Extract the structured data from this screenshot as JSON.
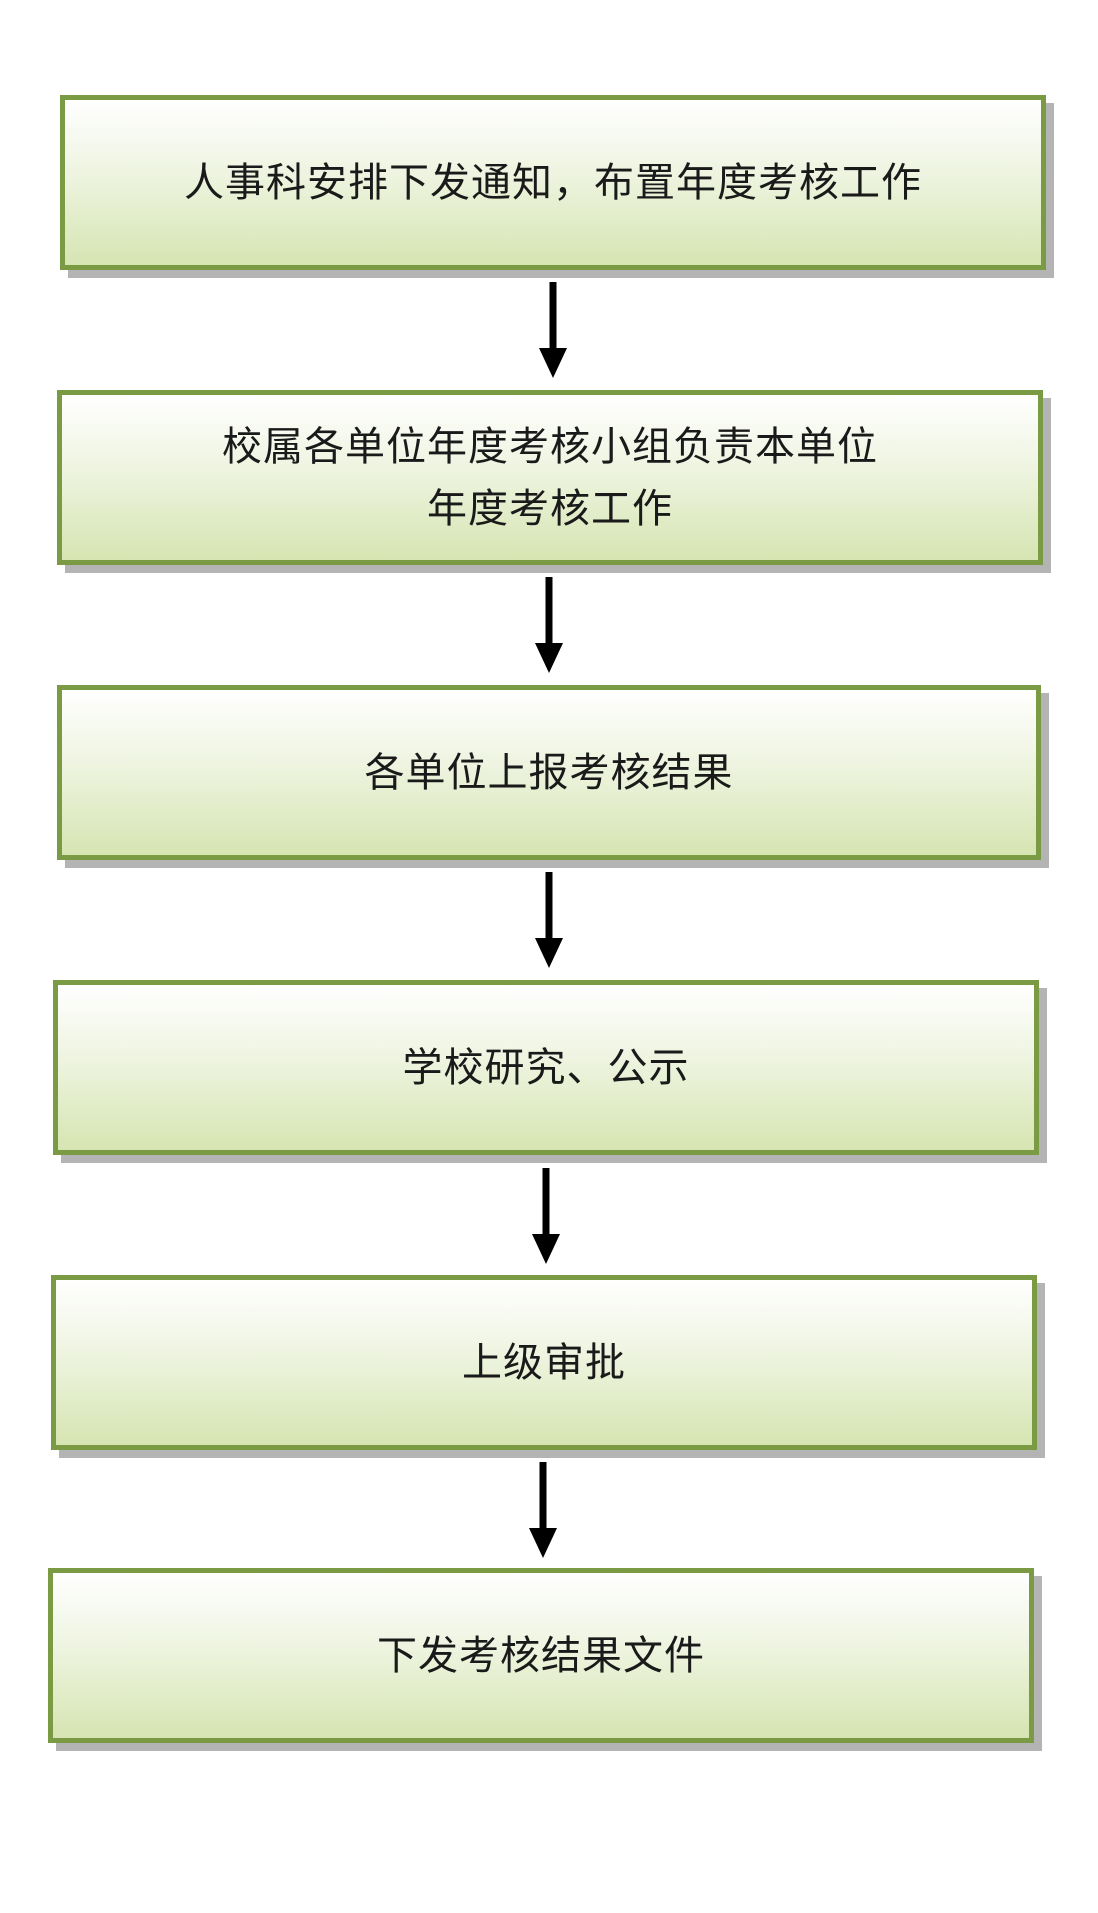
{
  "flowchart": {
    "steps": [
      {
        "lines": [
          "人事科安排下发通知，布置年度考核工作"
        ]
      },
      {
        "lines": [
          "校属各单位年度考核小组负责本单位",
          "年度考核工作"
        ]
      },
      {
        "lines": [
          "各单位上报考核结果"
        ]
      },
      {
        "lines": [
          "学校研究、公示"
        ]
      },
      {
        "lines": [
          "上级审批"
        ]
      },
      {
        "lines": [
          "下发考核结果文件"
        ]
      }
    ]
  },
  "colors": {
    "box_border": "#7a9a44",
    "box_fill_top": "#ffffff",
    "box_fill_bottom": "#d6e5b2",
    "shadow": "#b4b4b4",
    "arrow": "#000000"
  }
}
